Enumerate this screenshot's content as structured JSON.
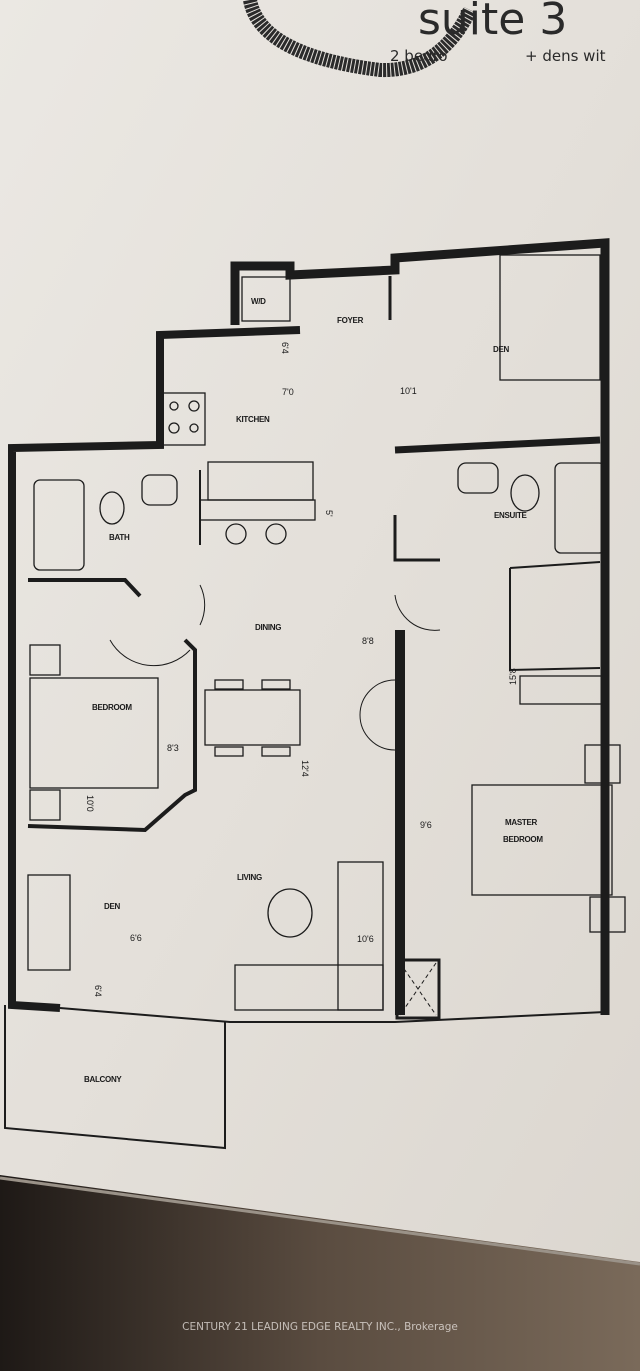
{
  "header": {
    "suite_title": "suite 3",
    "subtitle_left": "2 bedro",
    "subtitle_right": "+ dens wit"
  },
  "rooms": {
    "washer_dryer": "W/D",
    "foyer": "FOYER",
    "den_top": "DEN",
    "kitchen": "KITCHEN",
    "bath": "BATH",
    "ensuite": "ENSUITE",
    "dining": "DINING",
    "bedroom": "BEDROOM",
    "master_line1": "MASTER",
    "master_line2": "BEDROOM",
    "living": "LIVING",
    "den_bottom": "DEN",
    "balcony": "BALCONY"
  },
  "dimensions": {
    "kitchen_w": "7'0",
    "den_top_w": "10'1",
    "kitchen_nook": "6'4",
    "island": "5'",
    "dining_w": "8'8",
    "bedroom_w": "8'3",
    "dining_len": "12'4",
    "bedroom_len": "10'0",
    "master_closet": "15'8",
    "master_w": "9'6",
    "den_bottom_w": "6'6",
    "living_w": "10'6",
    "balcony_d": "6'4"
  },
  "watermark": "CENTURY 21 LEADING EDGE REALTY INC., Brokerage",
  "colors": {
    "paper": "#e9e6e0",
    "wall": "#1c1c1c",
    "background": "#2a2420"
  }
}
